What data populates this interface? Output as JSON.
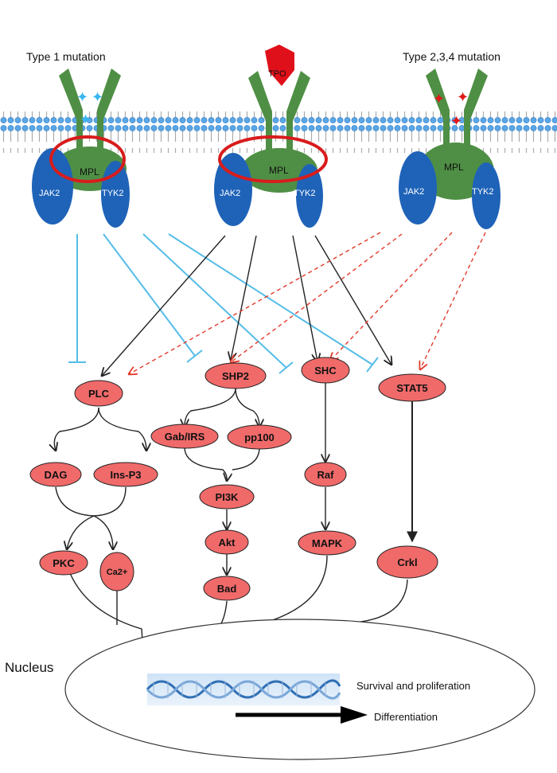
{
  "labels": {
    "type1": "Type 1 mutation",
    "type234": "Type 2,3,4 mutation",
    "tpo": "TPO",
    "nucleus": "Nucleus",
    "survival": "Survival and proliferation",
    "differentiation": "Differentiation"
  },
  "receptors": {
    "mpl": "MPL",
    "jak2": "JAK2",
    "tyk2": "TYK2"
  },
  "nodes": {
    "plc": "PLC",
    "shp2": "SHP2",
    "shc": "SHC",
    "stat5": "STAT5",
    "gab": "Gab/IRS",
    "pp100": "pp100",
    "dag": "DAG",
    "insp3": "Ins-P3",
    "pi3k": "PI3K",
    "raf": "Raf",
    "akt": "Akt",
    "mapk": "MAPK",
    "pkc": "PKC",
    "ca2": "Ca2+",
    "bad": "Bad",
    "crkl": "Crkl"
  },
  "colors": {
    "receptor": "#4f8f45",
    "kinase": "#1f63b8",
    "node": "#f06a6a",
    "highlight": "#d81c1c",
    "inhibit": "#55bde8",
    "activate": "#222222",
    "mutantActivate": "#e23a2a"
  }
}
